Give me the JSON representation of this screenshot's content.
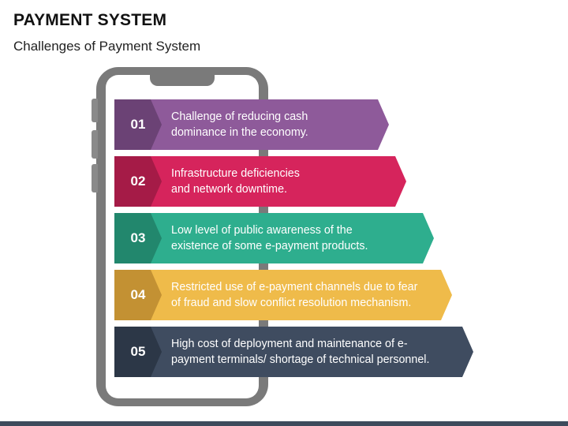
{
  "slide": {
    "title": "PAYMENT SYSTEM",
    "subtitle": "Challenges of Payment System"
  },
  "items": [
    {
      "number": "01",
      "line1": "Challenge of reducing cash",
      "line2": "dominance in the economy.",
      "color": "#8e5a9a",
      "dark": "#6b4275"
    },
    {
      "number": "02",
      "line1": "Infrastructure deficiencies",
      "line2": "and network downtime.",
      "color": "#d6245c",
      "dark": "#a51b47"
    },
    {
      "number": "03",
      "line1": "Low level of public awareness of the",
      "line2": "existence of some e-payment products.",
      "color": "#2eae8e",
      "dark": "#22876d"
    },
    {
      "number": "04",
      "line1": "Restricted use of e-payment channels due to fear",
      "line2": "of fraud and slow conflict resolution mechanism.",
      "color": "#efbb4a",
      "dark": "#c39133"
    },
    {
      "number": "05",
      "line1": "High cost of deployment and maintenance of e-",
      "line2": "payment terminals/ shortage of technical personnel.",
      "color": "#3f4c60",
      "dark": "#2c3747"
    }
  ]
}
